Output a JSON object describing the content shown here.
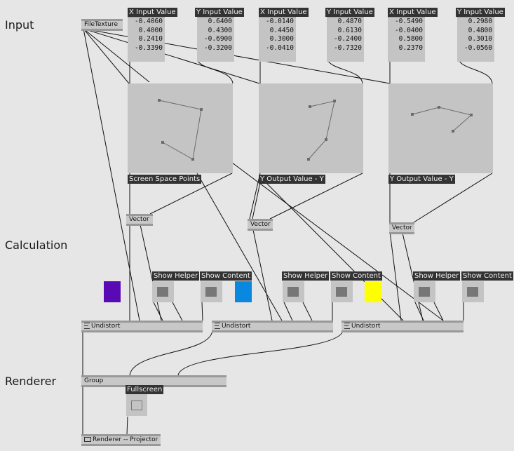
{
  "sections": {
    "input": "Input",
    "calculation": "Calculation",
    "renderer": "Renderer"
  },
  "file_texture": {
    "label": "FileTexture"
  },
  "groups": [
    {
      "x_label": "X Input Value",
      "y_label": "Y Input Value",
      "x_values": [
        "-0.4060",
        "0.4000",
        "0.2410",
        "-0.3390"
      ],
      "y_values": [
        "0.6400",
        "0.4300",
        "-0.6900",
        "-0.3200"
      ],
      "output_label": "Screen Space Points",
      "vector_label": "Vector",
      "swatch_color": "#5a0ab4",
      "show_helper": "Show Helper",
      "show_content": "Show Content",
      "undistort": "Undistort"
    },
    {
      "x_label": "X Input Value",
      "y_label": "Y Input Value",
      "x_values": [
        "-0.0140",
        "0.4450",
        "0.3000",
        "-0.0410"
      ],
      "y_values": [
        "0.4870",
        "0.6130",
        "-0.2400",
        "-0.7320"
      ],
      "output_label": "Y Output Value - Y",
      "vector_label": "Vector",
      "swatch_color": "#0a88e0",
      "show_helper": "Show Helper",
      "show_content": "Show Content",
      "undistort": "Undistort"
    },
    {
      "x_label": "X Input Value",
      "y_label": "Y Input Value",
      "x_values": [
        "-0.5490",
        "-0.0400",
        "0.5800",
        "0.2370"
      ],
      "y_values": [
        "0.2980",
        "0.4800",
        "0.3010",
        "-0.0560"
      ],
      "output_label": "Y Output Value - Y",
      "vector_label": "Vector",
      "swatch_color": "#ffff00",
      "show_helper": "Show Helper",
      "show_content": "Show Content",
      "undistort": "Undistort"
    }
  ],
  "group_node": {
    "label": "Group"
  },
  "fullscreen": {
    "label": "Fullscreen"
  },
  "renderer_node": {
    "label": "Renderer -- Projector"
  },
  "colors": {
    "background": "#e6e6e6",
    "node": "#c8c8c8",
    "label_bg": "#333333",
    "wire": "#111111"
  }
}
